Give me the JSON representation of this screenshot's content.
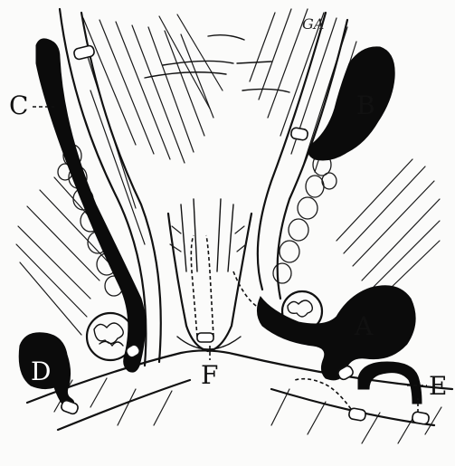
{
  "figure": {
    "labels": {
      "a": "A",
      "b": "B",
      "c": "C",
      "d": "D",
      "e": "E",
      "f": "F"
    },
    "signature": "GA",
    "colors": {
      "ink": "#0b0b0b",
      "paper": "#fbfbfa"
    }
  }
}
